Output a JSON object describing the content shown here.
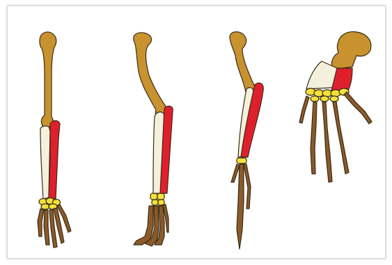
{
  "colors": {
    "humerus": "#c8922e",
    "ulna": "#f3f0dc",
    "radius": "#e01f2d",
    "carpals": "#f2e23a",
    "hand": "#8b5a2b",
    "outline": "#3a2a12"
  },
  "limbs": [
    {
      "id": "human",
      "icon": "human-arm-bones-icon"
    },
    {
      "id": "cat",
      "icon": "cat-foreleg-bones-icon"
    },
    {
      "id": "bird",
      "icon": "bird-wing-bones-icon"
    },
    {
      "id": "whale",
      "icon": "whale-flipper-bones-icon"
    }
  ]
}
